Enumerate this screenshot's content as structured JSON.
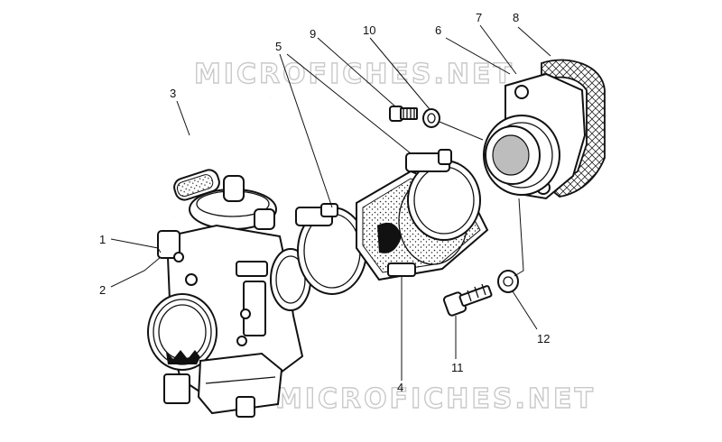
{
  "watermarks": [
    "MICROFICHES.NET",
    "MICROFICHES.NET"
  ],
  "callouts": [
    {
      "id": "c1",
      "text": "1"
    },
    {
      "id": "c2",
      "text": "2"
    },
    {
      "id": "c3",
      "text": "3"
    },
    {
      "id": "c4",
      "text": "4"
    },
    {
      "id": "c5",
      "text": "5"
    },
    {
      "id": "c6",
      "text": "6"
    },
    {
      "id": "c7",
      "text": "7"
    },
    {
      "id": "c8",
      "text": "8"
    },
    {
      "id": "c9",
      "text": "9"
    },
    {
      "id": "c10",
      "text": "10"
    },
    {
      "id": "c11",
      "text": "11"
    },
    {
      "id": "c12",
      "text": "12"
    }
  ]
}
